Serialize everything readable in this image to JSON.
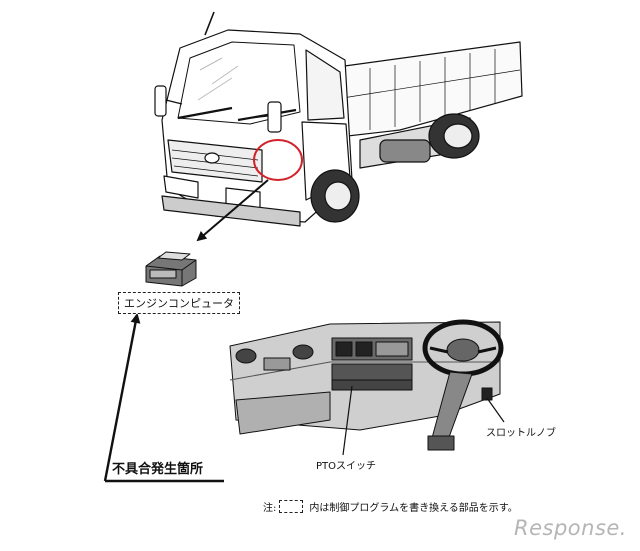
{
  "labels": {
    "engine_computer": "エンジンコンピュータ",
    "defect_location": "不具合発生箇所",
    "pto_switch": "PTOスイッチ",
    "throttle_knob": "スロットルノブ"
  },
  "note": {
    "prefix": "注:",
    "suffix": "内は制御プログラムを書き換える部品を示す。"
  },
  "watermark": "Response.",
  "colors": {
    "highlight_circle": "#d2232a",
    "line": "#111111",
    "dash_gray": "#555555",
    "watermark": "#b5b5b5"
  }
}
